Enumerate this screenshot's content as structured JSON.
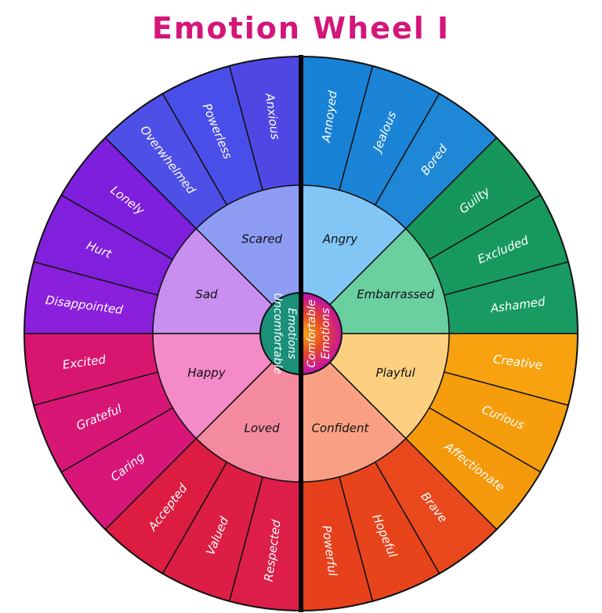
{
  "title": "Emotion Wheel I",
  "title_color": "#d4157a",
  "hub": {
    "left": [
      "Uncomfortable",
      "Emotions"
    ],
    "right": [
      "Comfortable",
      "Emotions"
    ],
    "left_color": "#1a8f7a",
    "right_colors": [
      "#f5a20e",
      "#e6452a",
      "#c6179c",
      "#7a2fd6"
    ]
  },
  "core": [
    {
      "name": "Sad",
      "color": "#c88ff0",
      "feelings": [
        {
          "name": "Disappointed",
          "color": "#8b20dc"
        },
        {
          "name": "Hurt",
          "color": "#8120dc"
        },
        {
          "name": "Lonely",
          "color": "#7d1fdc"
        }
      ]
    },
    {
      "name": "Scared",
      "color": "#8e9cf4",
      "feelings": [
        {
          "name": "Overwhelmed",
          "color": "#4e4fe6"
        },
        {
          "name": "Powerless",
          "color": "#4a4ee8"
        },
        {
          "name": "Anxious",
          "color": "#4f47e4"
        }
      ]
    },
    {
      "name": "Angry",
      "color": "#82c6f6",
      "feelings": [
        {
          "name": "Annoyed",
          "color": "#1781d6"
        },
        {
          "name": "Jealous",
          "color": "#1b84d6"
        },
        {
          "name": "Bored",
          "color": "#1e87d6"
        }
      ]
    },
    {
      "name": "Embarrassed",
      "color": "#6ad0a0",
      "feelings": [
        {
          "name": "Guilty",
          "color": "#16965a"
        },
        {
          "name": "Excluded",
          "color": "#17985e"
        },
        {
          "name": "Ashamed",
          "color": "#189a62"
        }
      ]
    },
    {
      "name": "Playful",
      "color": "#fcd080",
      "feelings": [
        {
          "name": "Creative",
          "color": "#f7a20e"
        },
        {
          "name": "Curious",
          "color": "#f59d0c"
        },
        {
          "name": "Affectionate",
          "color": "#f5990c"
        }
      ]
    },
    {
      "name": "Confident",
      "color": "#f9a084",
      "feelings": [
        {
          "name": "Brave",
          "color": "#e9481c"
        },
        {
          "name": "Hopeful",
          "color": "#e8441c"
        },
        {
          "name": "Powerful",
          "color": "#e6401c"
        }
      ]
    },
    {
      "name": "Loved",
      "color": "#f48aa0",
      "feelings": [
        {
          "name": "Respected",
          "color": "#dc1e48"
        },
        {
          "name": "Valued",
          "color": "#dc1e44"
        },
        {
          "name": "Accepted",
          "color": "#dc1c40"
        }
      ]
    },
    {
      "name": "Happy",
      "color": "#f48ac8",
      "feelings": [
        {
          "name": "Caring",
          "color": "#d8167a"
        },
        {
          "name": "Grateful",
          "color": "#d81676"
        },
        {
          "name": "Excited",
          "color": "#d81670"
        }
      ]
    }
  ]
}
